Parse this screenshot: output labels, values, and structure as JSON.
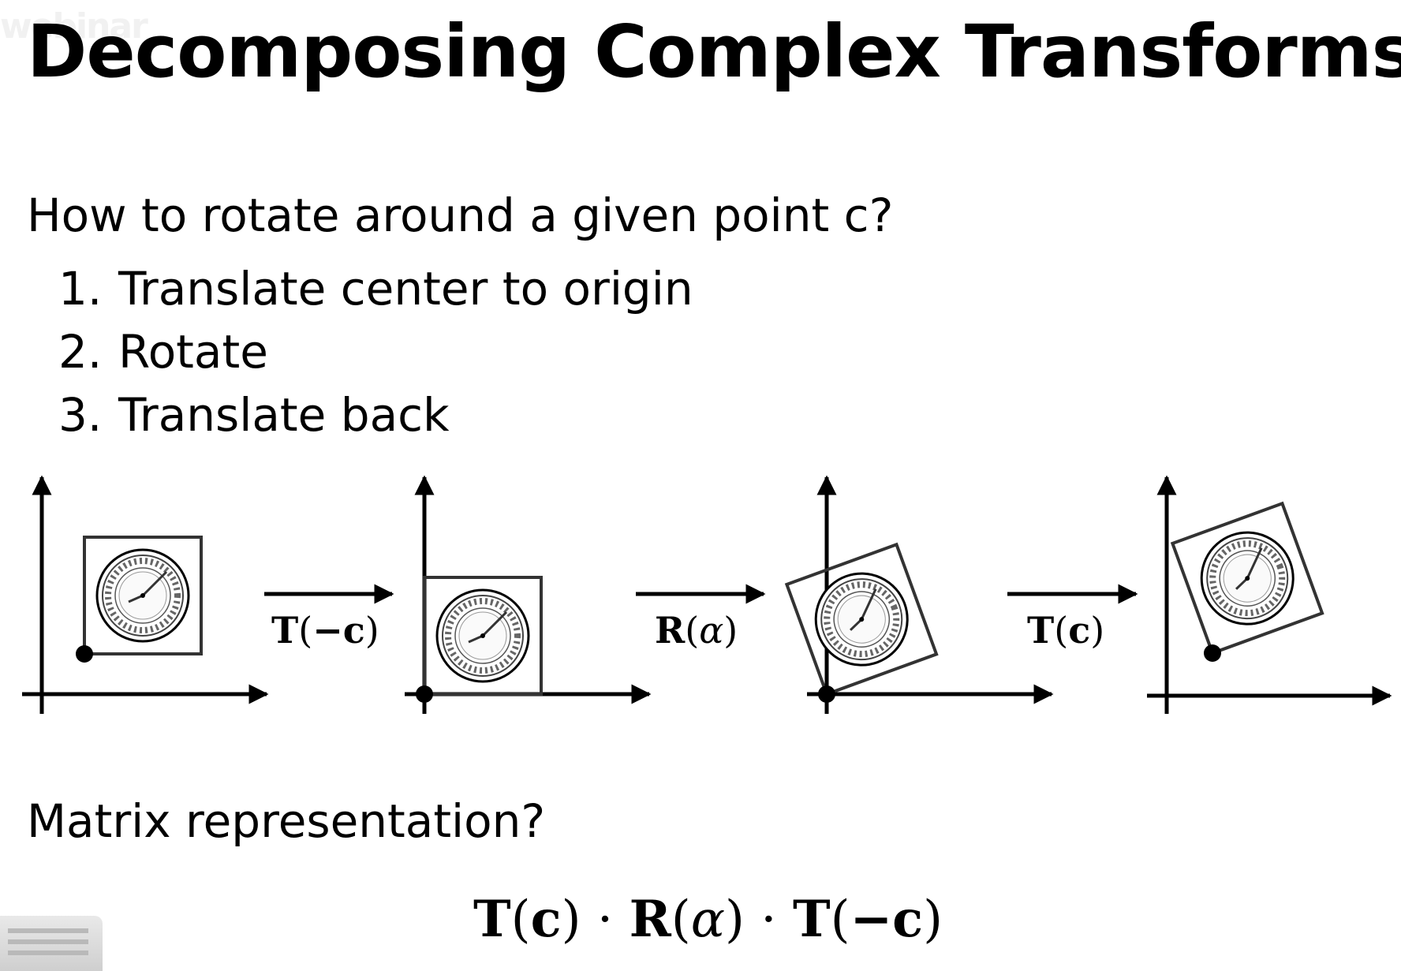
{
  "watermark": "webinar",
  "title": "Decomposing Complex Transforms",
  "question": "How to rotate around a given point c?",
  "steps": [
    {
      "num": "1.",
      "text": "Translate center to origin"
    },
    {
      "num": "2.",
      "text": "Rotate"
    },
    {
      "num": "3.",
      "text": "Translate back"
    }
  ],
  "labels": {
    "t_neg_c": {
      "fn": "T",
      "arg": "−c"
    },
    "r_alpha": {
      "fn": "R",
      "arg": "α"
    },
    "t_c": {
      "fn": "T",
      "arg": "c"
    }
  },
  "matrix_question": "Matrix representation?",
  "formula": {
    "t1": "T",
    "a1": "c",
    "dot1": "·",
    "r": "R",
    "ar": "α",
    "dot2": "·",
    "t2": "T",
    "a2": "−c"
  }
}
